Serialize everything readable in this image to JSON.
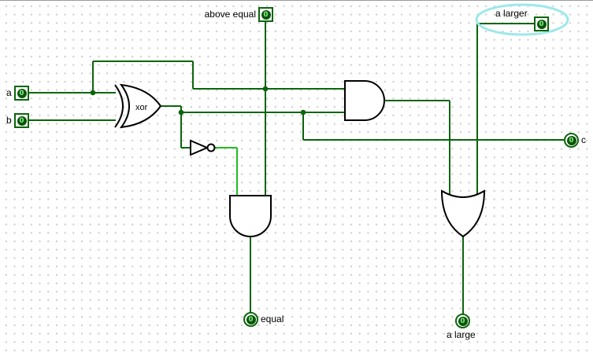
{
  "pins": {
    "a": {
      "label": "a",
      "value": "0",
      "kind": "input"
    },
    "b": {
      "label": "b",
      "value": "0",
      "kind": "input"
    },
    "above_equal": {
      "label": "above equal",
      "value": "0",
      "kind": "input"
    },
    "a_larger": {
      "label": "a larger",
      "value": "0",
      "kind": "input"
    },
    "c": {
      "label": "c",
      "value": "0",
      "kind": "output"
    },
    "equal": {
      "label": "equal",
      "value": "0",
      "kind": "output"
    },
    "a_large": {
      "label": "a large",
      "value": "0",
      "kind": "output"
    }
  },
  "gates": {
    "xor": {
      "label": "xor",
      "type": "XOR"
    },
    "inverter": {
      "type": "NOT"
    },
    "and_top": {
      "type": "AND"
    },
    "and_bottom": {
      "type": "AND"
    },
    "or_bottom": {
      "type": "OR"
    }
  },
  "colors": {
    "wire_low": "#0b650b",
    "wire_high": "#22bb22",
    "gate_outline": "#000000",
    "highlight_ellipse": "#9fe8ea",
    "grid_dot": "#cbcbcb"
  },
  "annotation": {
    "highlighted_pin": "a larger"
  }
}
